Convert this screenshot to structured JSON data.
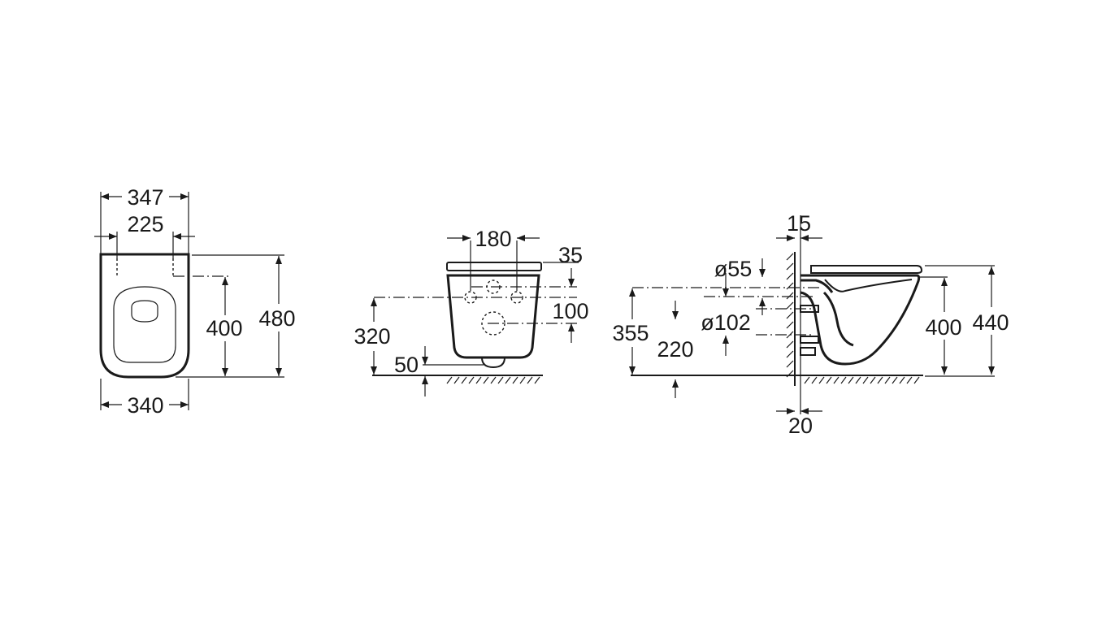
{
  "views": {
    "top": {
      "width_outer": "347",
      "fixing_spacing": "225",
      "length_fixing": "400",
      "length_total": "480",
      "width_bottom": "340"
    },
    "rear": {
      "fixing_spacing": "180",
      "top_offset": "35",
      "fixing_vertical": "100",
      "fixing_height": "320",
      "outlet_height": "50"
    },
    "side": {
      "wall_gap_top": "15",
      "inlet_diameter": "ø55",
      "outlet_diameter": "ø102",
      "inlet_height": "355",
      "outlet_height": "220",
      "bowl_height": "400",
      "total_height": "440",
      "wall_gap_bottom": "20"
    }
  }
}
